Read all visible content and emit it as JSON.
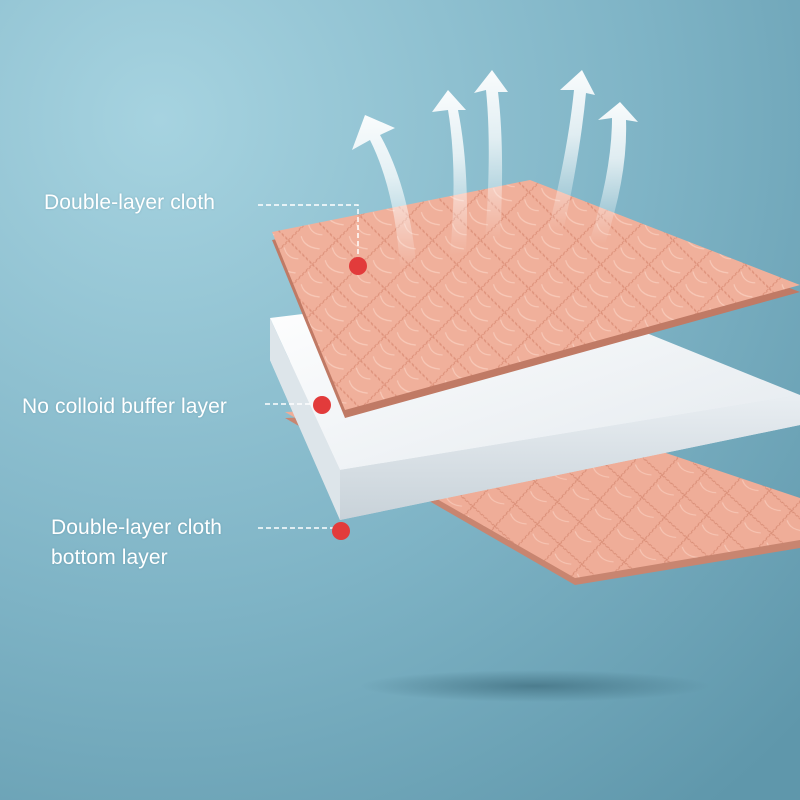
{
  "labels": {
    "top": "Double-layer cloth",
    "middle": "No colloid buffer layer",
    "bottom_line1": "Double-layer cloth",
    "bottom_line2": "bottom layer"
  },
  "colors": {
    "background_light": "#9fcfdd",
    "background_dark": "#5f9aaf",
    "cloth_pink": "#f1b39e",
    "cloth_edge": "#c9836e",
    "buffer_white": "#f3f6f8",
    "marker_red": "#e23b3b"
  }
}
